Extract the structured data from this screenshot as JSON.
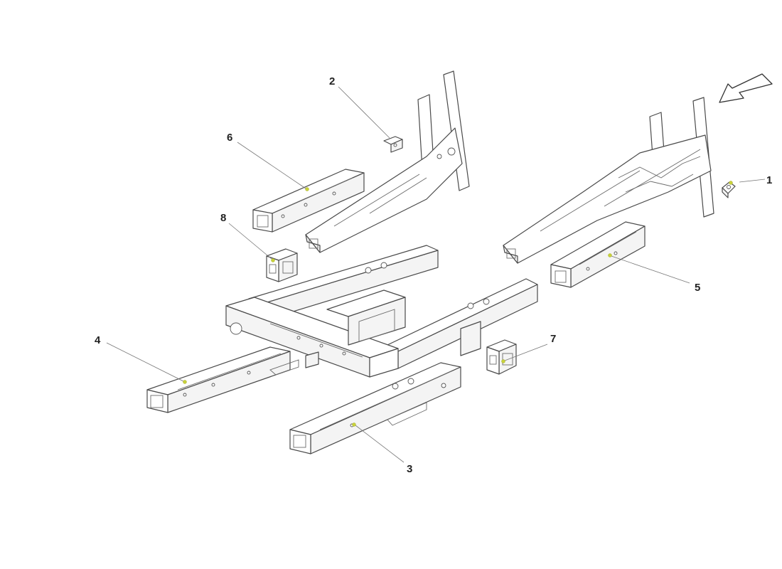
{
  "callouts": [
    {
      "id": "1",
      "label": "1"
    },
    {
      "id": "2",
      "label": "2"
    },
    {
      "id": "3",
      "label": "3"
    },
    {
      "id": "4",
      "label": "4"
    },
    {
      "id": "5",
      "label": "5"
    },
    {
      "id": "6",
      "label": "6"
    },
    {
      "id": "7",
      "label": "7"
    },
    {
      "id": "8",
      "label": "8"
    }
  ],
  "colors": {
    "line": "#4a4a4a",
    "leader": "#777777",
    "marker": "#c8d23a"
  },
  "icons": {
    "direction": "direction-arrow-icon"
  }
}
